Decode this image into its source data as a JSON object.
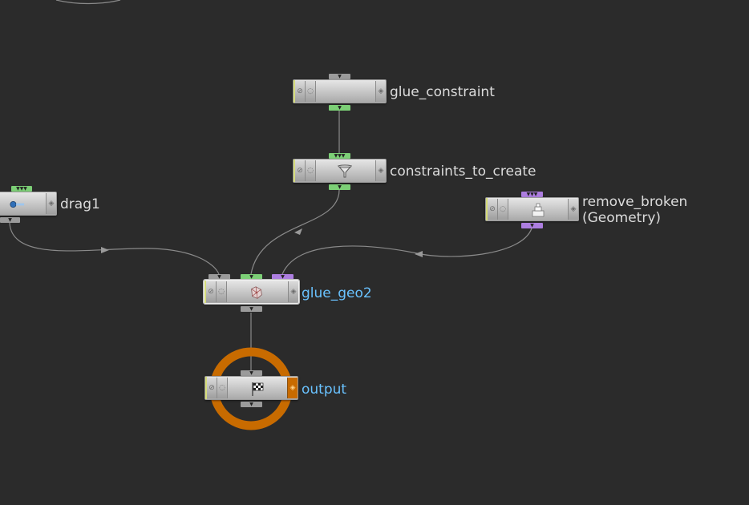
{
  "colors": {
    "background": "#2b2b2b",
    "wire": "#8a8a8a",
    "display_ring": "#c86b00",
    "input_gray": "#9b9b9b",
    "input_green": "#7ccf76",
    "input_purple": "#ad7ee0",
    "selected_label": "#69c2ff",
    "label": "#dcdcdc"
  },
  "nodes": {
    "glue_constraint": {
      "name": "glue_constraint",
      "icon": "blank-icon"
    },
    "constraints_to_create": {
      "name": "constraints_to_create",
      "icon": "funnel-icon"
    },
    "drag1": {
      "name": "drag1",
      "icon": "drag-icon"
    },
    "remove_broken": {
      "name": "remove_broken",
      "subtitle": "(Geometry)",
      "icon": "sop-blast-icon"
    },
    "glue_geo2": {
      "name": "glue_geo2",
      "icon": "glue-fracture-icon"
    },
    "output": {
      "name": "output",
      "icon": "checkered-flag-icon"
    }
  },
  "port_glyphs": {
    "single": "▼",
    "multi": "▼▼▼"
  }
}
